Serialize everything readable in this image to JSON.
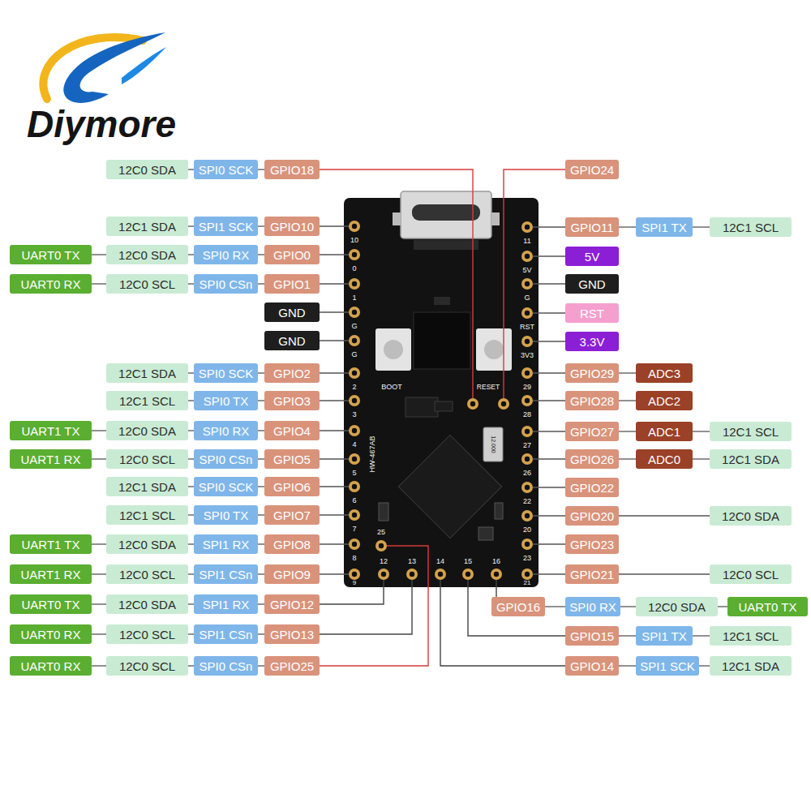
{
  "diagram": {
    "labels": [
      "Diymore",
      "12C0 SDA",
      "SPI0 SCK",
      "GPIO18",
      "12C1 SDA",
      "SPI1 SCK",
      "GPIO10",
      "UART0 TX",
      "12C0 SDA",
      "SPI0 RX",
      "GPIO0",
      "UART0 RX",
      "12C0 SCL",
      "SPI0 CSn",
      "GPIO1",
      "GND",
      "GND",
      "12C1 SDA",
      "SPI0 SCK",
      "GPIO2",
      "12C1 SCL",
      "SPI0 TX",
      "GPIO3",
      "UART1 TX",
      "12C0 SDA",
      "SPI0 RX",
      "GPIO4",
      "UART1 RX",
      "12C0 SCL",
      "SPI0 CSn",
      "GPIO5",
      "12C1 SDA",
      "SPI0 SCK",
      "GPIO6",
      "12C1 SCL",
      "SPI0 TX",
      "GPIO7",
      "UART1 TX",
      "12C0 SDA",
      "SPI1 RX",
      "GPIO8",
      "UART1 RX",
      "12C0 SCL",
      "SPI1 CSn",
      "GPIO9",
      "UART0 TX",
      "12C0 SDA",
      "SPI1 RX",
      "GPIO12",
      "UART0 RX",
      "12C0 SCL",
      "SPI1 CSn",
      "GPIO13",
      "UART0 RX",
      "12C0 SCL",
      "SPI0 CSn",
      "GPIO25",
      "GPIO24",
      "GPIO11",
      "SPI1 TX",
      "12C1 SCL",
      "5V",
      "GND",
      "RST",
      "3.3V",
      "GPIO29",
      "ADC3",
      "GPIO28",
      "ADC2",
      "GPIO27",
      "ADC1",
      "12C1 SCL",
      "GPIO26",
      "ADC0",
      "12C1 SDA",
      "GPIO22",
      "GPIO20",
      "12C0 SDA",
      "GPIO23",
      "GPIO21",
      "12C0 SCL",
      "GPIO16",
      "SPI0 RX",
      "12C0 SDA",
      "UART0 TX",
      "GPIO15",
      "SPI1 TX",
      "12C1 SCL",
      "GPIO14",
      "SPI1 SCK",
      "12C1 SDA",
      "10",
      "0",
      "1",
      "G",
      "G",
      "2",
      "3",
      "4",
      "5",
      "6",
      "7",
      "8",
      "9",
      "11",
      "5V",
      "G",
      "RST",
      "3V3",
      "29",
      "28",
      "27",
      "26",
      "22",
      "20",
      "23",
      "21",
      "12",
      "13",
      "14",
      "15",
      "16",
      "25",
      "BOOT",
      "RESET",
      "HW-467AB",
      "12.000"
    ]
  }
}
